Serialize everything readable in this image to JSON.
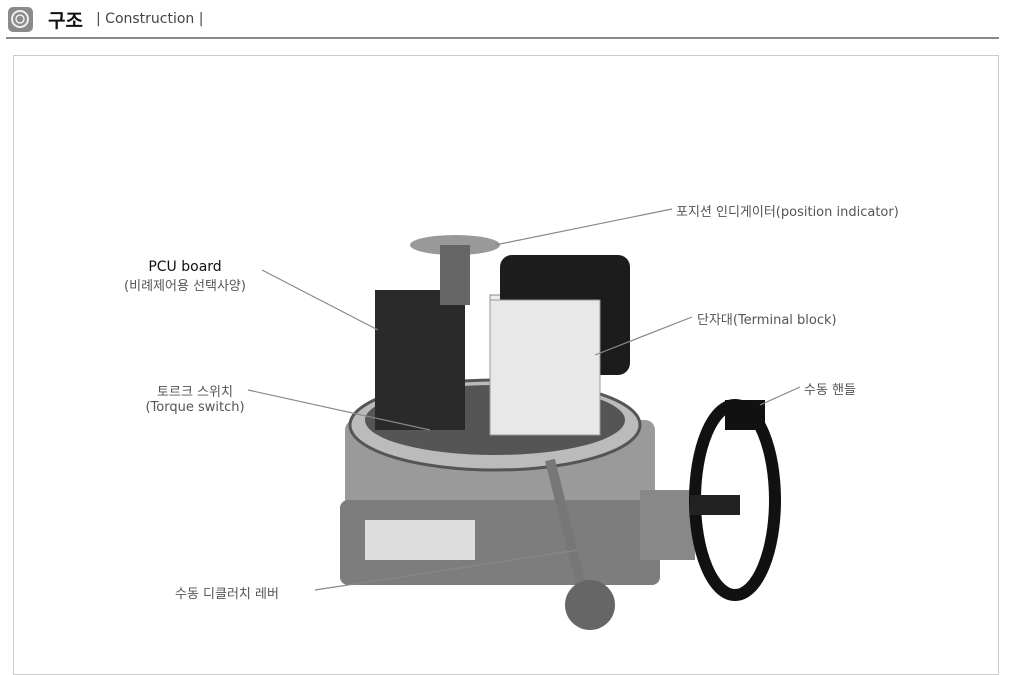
{
  "header": {
    "title": "구조",
    "subtitle": "| Construction |",
    "icon": "gear-icon"
  },
  "labels": {
    "position_indicator": "포지션 인디게이터(position indicator)",
    "pcu_board": "PCU board",
    "pcu_board_note": "(비례제어용 선택사양)",
    "terminal_block": "단자대(Terminal block)",
    "torque_switch_ko": "토르크 스위치",
    "torque_switch_en": "(Torque switch)",
    "manual_handle": "수동 핸들",
    "clutch_lever": "수동 디클러치 레버"
  }
}
